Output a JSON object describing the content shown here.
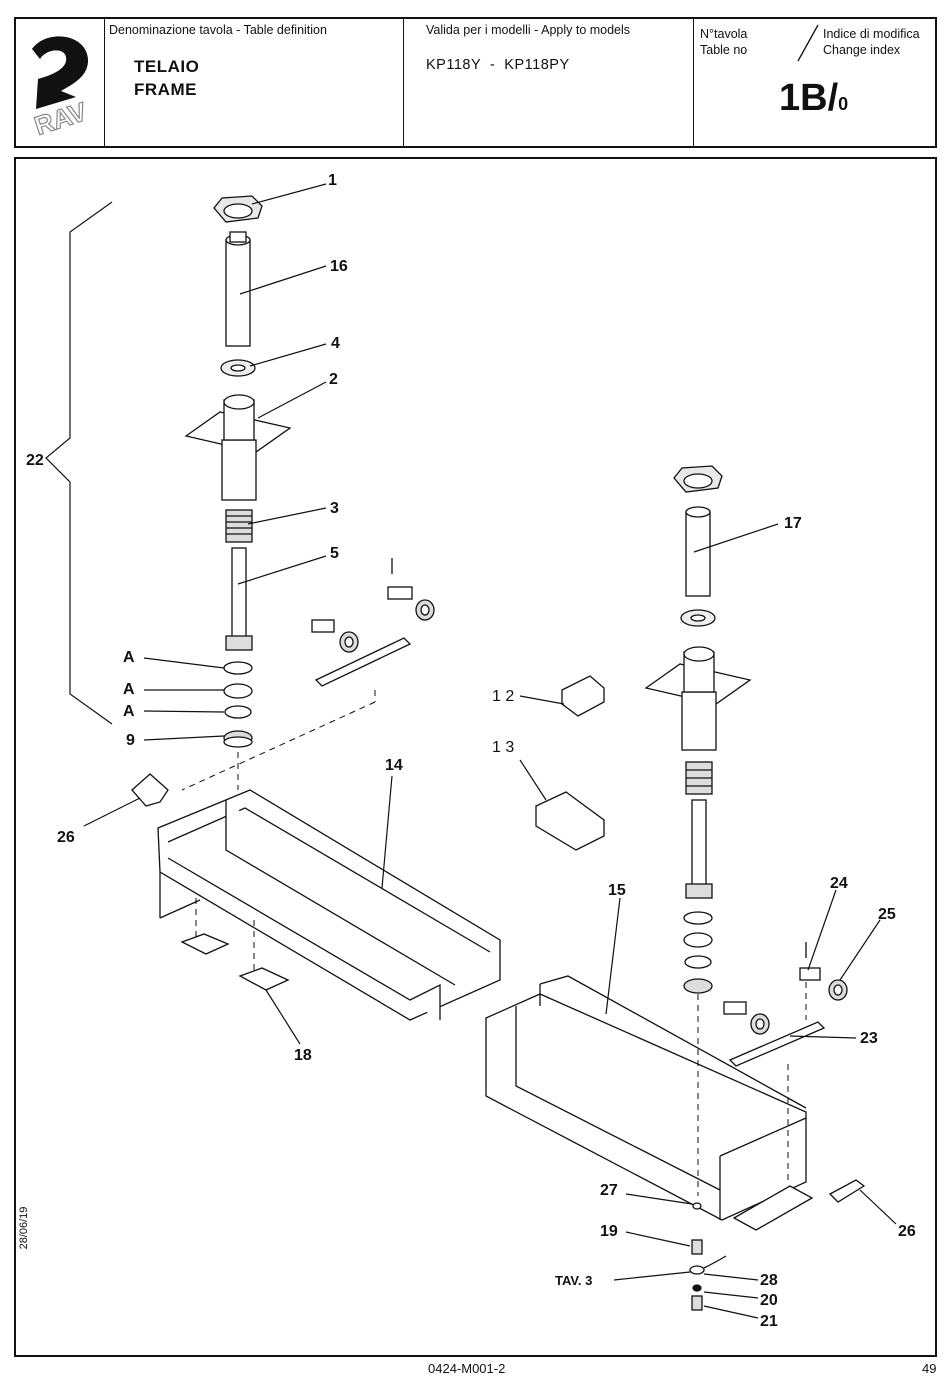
{
  "header": {
    "logo_text": "RAV",
    "table_definition_label": "Denominazione tavola - Table definition",
    "title_it": "TELAIO",
    "title_en": "FRAME",
    "models_label": "Valida per i modelli - Apply to models",
    "models": "KP118Y  -  KP118PY",
    "table_no_label_it": "N°tavola",
    "table_no_label_en": "Table no",
    "change_index_label_it": "Indice di modifica",
    "change_index_label_en": "Change index",
    "table_no": "1B/",
    "change_index": "0"
  },
  "callouts": {
    "c1": "1",
    "c16": "16",
    "c4": "4",
    "c2": "2",
    "c22": "22",
    "c3": "3",
    "c5": "5",
    "cA1": "A",
    "cA2": "A",
    "cA3": "A",
    "c9": "9",
    "c26a": "26",
    "c14": "14",
    "c18": "18",
    "c12": "1 2",
    "c13": "1 3",
    "c17": "17",
    "c15": "15",
    "c24": "24",
    "c25": "25",
    "c23": "23",
    "c27": "27",
    "c19": "19",
    "c28": "28",
    "c20": "20",
    "c21": "21",
    "c26b": "26",
    "tav": "TAV. 3"
  },
  "footer": {
    "doc_code": "0424-M001-2",
    "page": "49",
    "date": "28/06/19"
  }
}
